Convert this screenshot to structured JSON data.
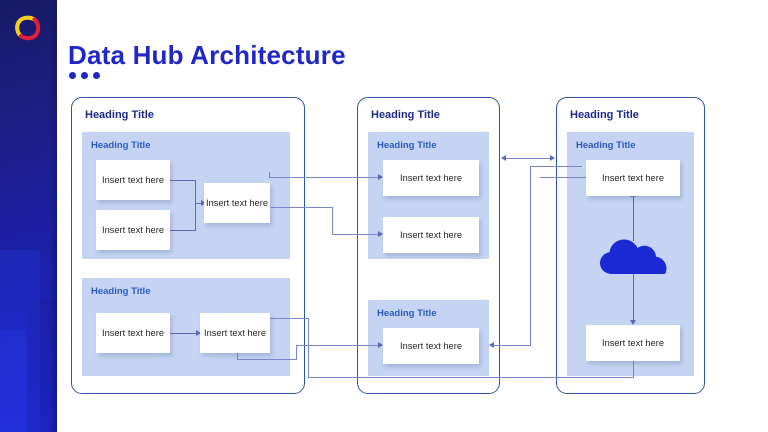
{
  "slide": {
    "title": "Data Hub Architecture",
    "accent_color": "#2126c6",
    "panel_border_color": "#2b55a8",
    "block_fill_color": "#c5d4f2",
    "connector_color": "#5d6ab8",
    "rail_color_top": "#171a66",
    "rail_color_bottom": "#1d26cf",
    "logo": {
      "name": "brand-logo",
      "color_top": "#e02038",
      "color_bottom": "#f6d020"
    },
    "bullet_dots": 3
  },
  "panels": [
    {
      "id": "panel-1",
      "title": "Heading Title",
      "blocks": [
        {
          "id": "block-1a",
          "title": "Heading Title",
          "nodes": [
            {
              "id": "node-1a1",
              "text": "Insert text here"
            },
            {
              "id": "node-1a2",
              "text": "Insert text here"
            },
            {
              "id": "node-1a3",
              "text": "Insert text here"
            }
          ]
        },
        {
          "id": "block-1b",
          "title": "Heading Title",
          "nodes": [
            {
              "id": "node-1b1",
              "text": "Insert text here"
            },
            {
              "id": "node-1b2",
              "text": "Insert text here"
            }
          ]
        }
      ]
    },
    {
      "id": "panel-2",
      "title": "Heading Title",
      "blocks": [
        {
          "id": "block-2a",
          "title": "Heading Title",
          "nodes": [
            {
              "id": "node-2a1",
              "text": "Insert text here"
            },
            {
              "id": "node-2a2",
              "text": "Insert text here"
            }
          ]
        },
        {
          "id": "block-2b",
          "title": "Heading Title",
          "nodes": [
            {
              "id": "node-2b1",
              "text": "Insert text here"
            }
          ]
        }
      ]
    },
    {
      "id": "panel-3",
      "title": "Heading Title",
      "blocks": [
        {
          "id": "block-3a",
          "title": "Heading Title",
          "nodes": [
            {
              "id": "node-3a1",
              "text": "Insert text here"
            },
            {
              "id": "node-3a2",
              "text": "Insert text here"
            }
          ],
          "icon": "cloud-icon"
        }
      ]
    }
  ]
}
